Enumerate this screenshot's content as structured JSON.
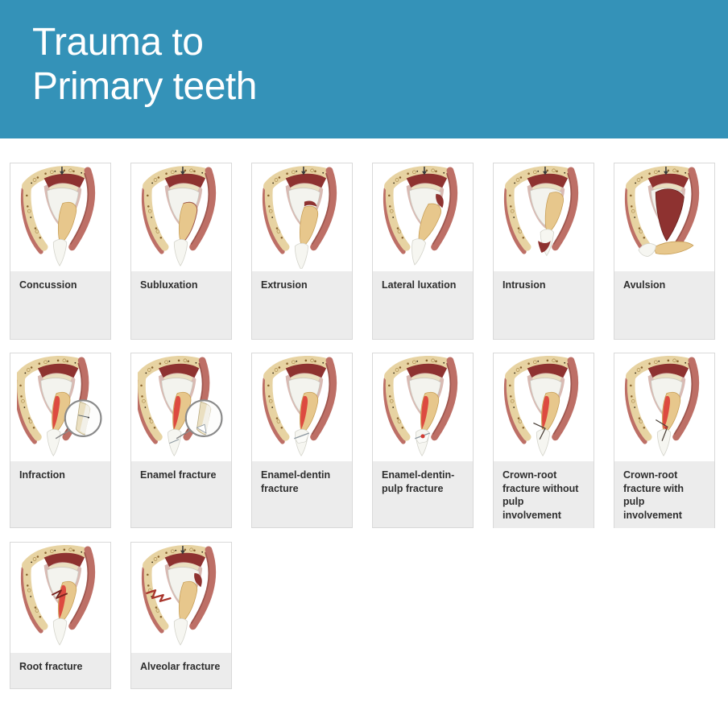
{
  "header": {
    "title_line1": "Trauma to",
    "title_line2": "Primary teeth"
  },
  "colors": {
    "banner_background": "#3492b8",
    "banner_text": "#ffffff",
    "card_border": "#d9d9d9",
    "label_background": "#ececec",
    "label_text": "#2e2e2e",
    "bone": "#e7d3a2",
    "bone_speckle": "#8a6430",
    "bone_speckle_dark": "#2f2310",
    "bone_ring": "#a98948",
    "gingiva": "#bd6f66",
    "gingiva_dark": "#9e564e",
    "membrane": "#d9bab3",
    "dark_red": "#8e3230",
    "cream": "#eadfc0",
    "tooth_white": "#f3f3ee",
    "tooth_white_edge": "#ccc9c0",
    "root_tan": "#e7c78c",
    "root_edge": "#c79e56",
    "primary_crown": "#f6f6f1",
    "primary_crown_edge": "#d3d3ca",
    "pulp_red": "#dd4a40",
    "magnifier_ring": "#8a8a8a",
    "fracture_line": "#4a4038",
    "impact_arrow": "#3a3a3a"
  },
  "rows": [
    {
      "cards": [
        {
          "label": "Concussion",
          "illustration": "concussion"
        },
        {
          "label": "Subluxation",
          "illustration": "subluxation"
        },
        {
          "label": "Extrusion",
          "illustration": "extrusion"
        },
        {
          "label": "Lateral luxation",
          "illustration": "lateral-luxation"
        },
        {
          "label": "Intrusion",
          "illustration": "intrusion"
        },
        {
          "label": "Avulsion",
          "illustration": "avulsion"
        }
      ]
    },
    {
      "cards": [
        {
          "label": "Infraction",
          "illustration": "infraction"
        },
        {
          "label": "Enamel fracture",
          "illustration": "enamel-fracture"
        },
        {
          "label": "Enamel-dentin fracture",
          "illustration": "enamel-dentin-fracture"
        },
        {
          "label": "Enamel-dentin-pulp fracture",
          "illustration": "enamel-dentin-pulp-fracture"
        },
        {
          "label": "Crown-root fracture without pulp involvement",
          "illustration": "crown-root-no-pulp"
        },
        {
          "label": "Crown-root fracture with pulp involvement",
          "illustration": "crown-root-pulp"
        }
      ]
    },
    {
      "cards": [
        {
          "label": "Root fracture",
          "illustration": "root-fracture"
        },
        {
          "label": "Alveolar fracture",
          "illustration": "alveolar-fracture"
        }
      ]
    }
  ]
}
